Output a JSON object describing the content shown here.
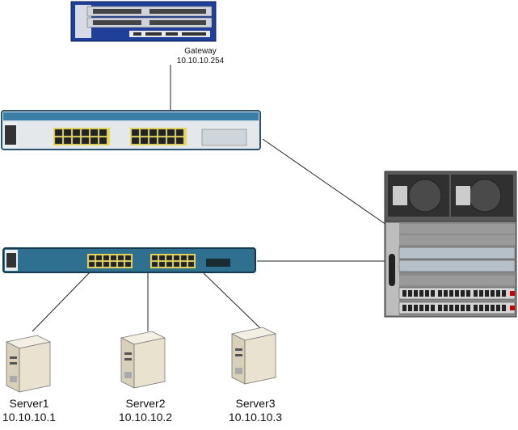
{
  "gateway": {
    "name": "Gateway",
    "ip": "10.10.10.254"
  },
  "servers": [
    {
      "name": "Server1",
      "ip": "10.10.10.1"
    },
    {
      "name": "Server2",
      "ip": "10.10.10.2"
    },
    {
      "name": "Server3",
      "ip": "10.10.10.3"
    }
  ],
  "colors": {
    "gateway_blue": "#1f3f99",
    "switch_bezel": "#2f6f8f",
    "chassis_gray": "#8a8a8a",
    "server_beige": "#e9e2cf",
    "line": "#222222"
  },
  "icons": [
    "router-gateway-icon",
    "switch-48-port-icon",
    "switch-24-port-icon",
    "modular-chassis-switch-icon",
    "server-tower-icon"
  ]
}
